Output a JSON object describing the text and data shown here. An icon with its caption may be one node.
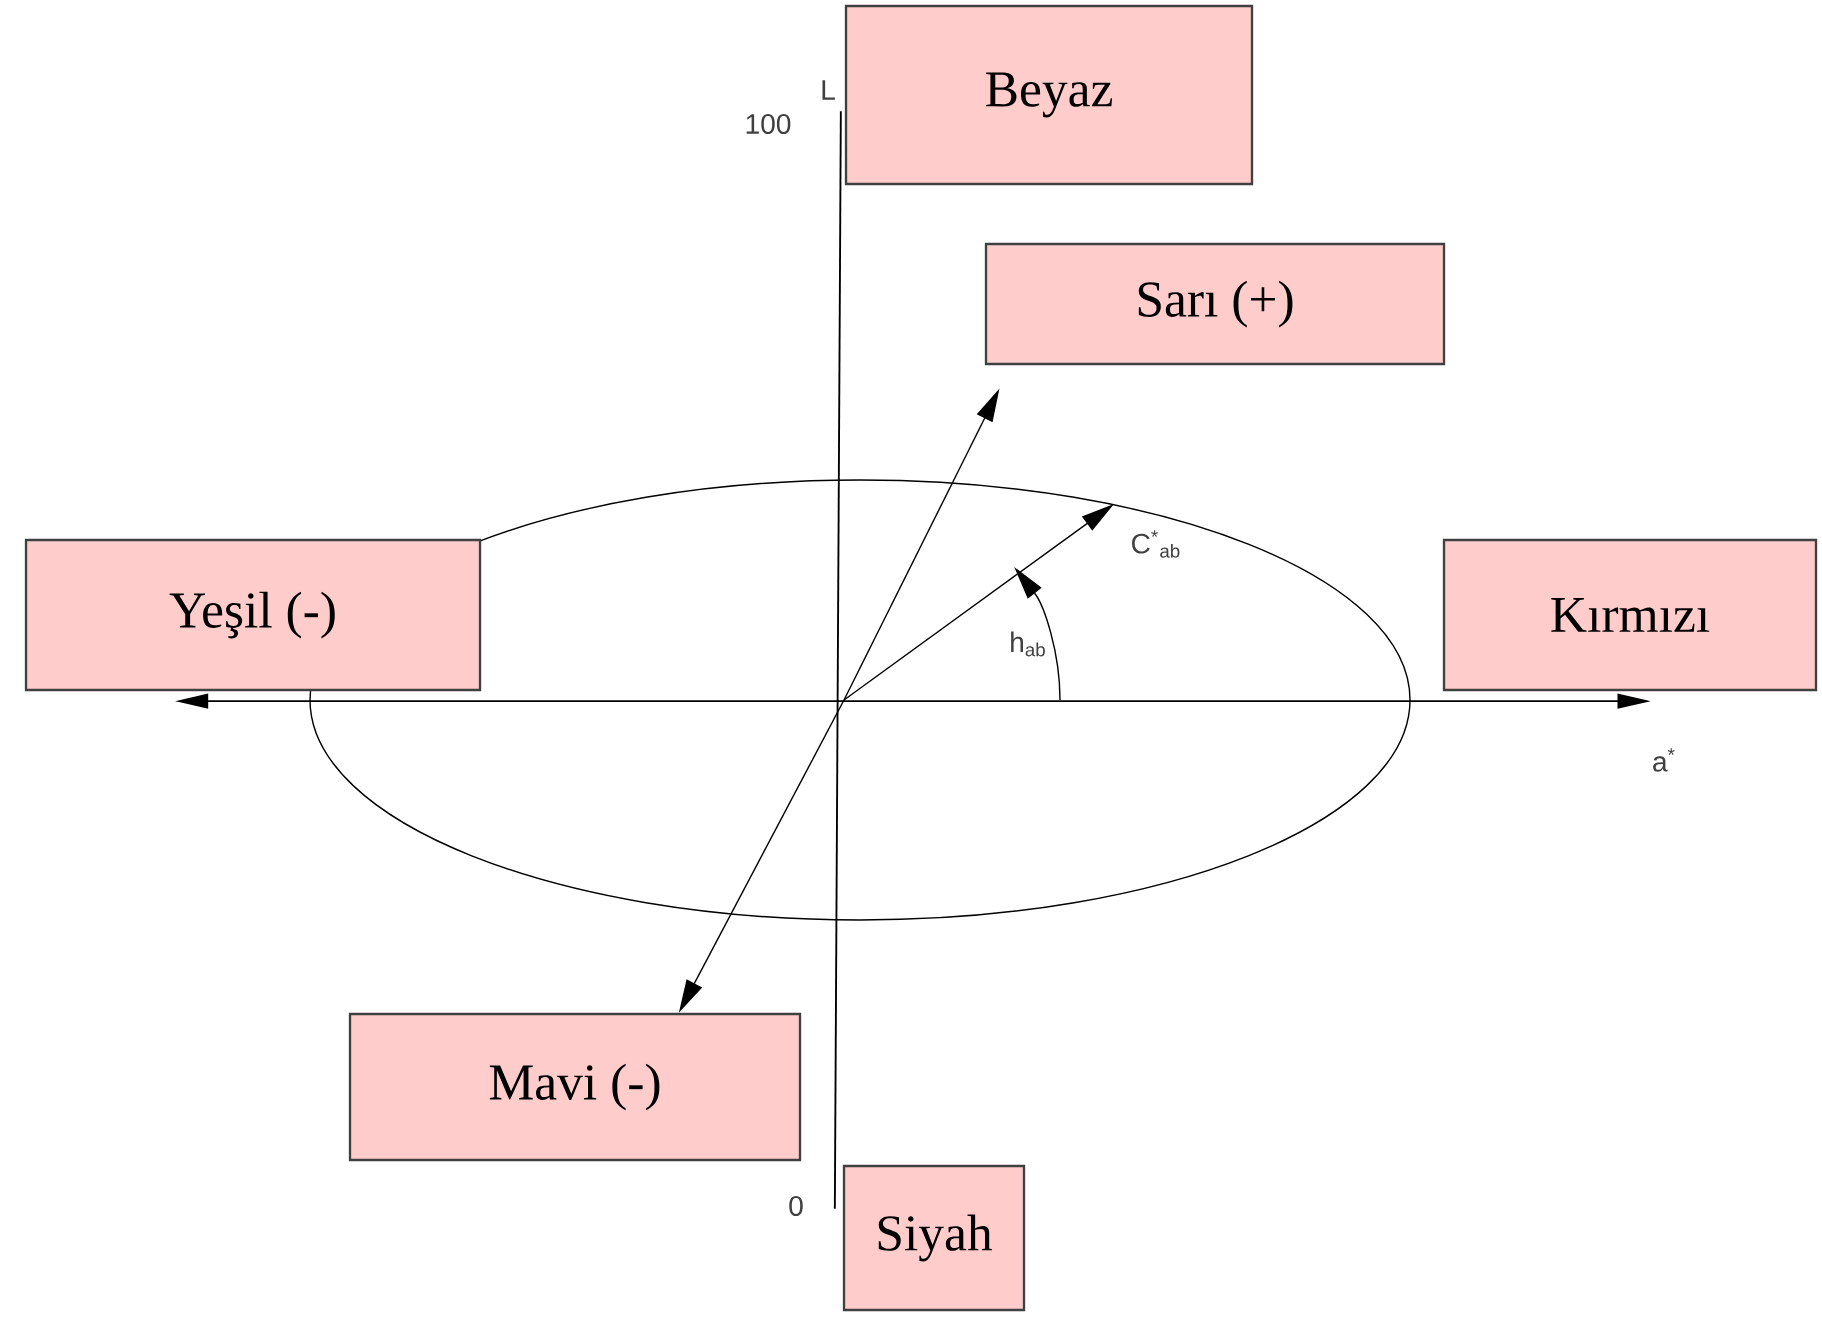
{
  "diagram": {
    "nodes": [
      {
        "text": [
          "Beyaz"
        ]
      },
      {
        "text": [
          "Sarı (+)"
        ]
      },
      {
        "text": [
          "Yeşil (-)"
        ]
      },
      {
        "text": [
          "Kırmızı"
        ]
      },
      {
        "text": [
          "Mavi (-)"
        ]
      },
      {
        "text": [
          "Siyah"
        ]
      }
    ],
    "edges": [
      {
        "from": null,
        "to": 1,
        "arrow": "to"
      },
      {
        "from": null,
        "to": 4,
        "arrow": "to"
      },
      {
        "from": 0,
        "to": 5,
        "arrow": "none"
      },
      {
        "from": 2,
        "to": 3,
        "arrow": "both"
      }
    ],
    "labels": [
      "L",
      "100",
      "C$^{*}$$_{ab}$",
      "h$_{ab}$",
      "a$^{*}$",
      "0"
    ]
  }
}
